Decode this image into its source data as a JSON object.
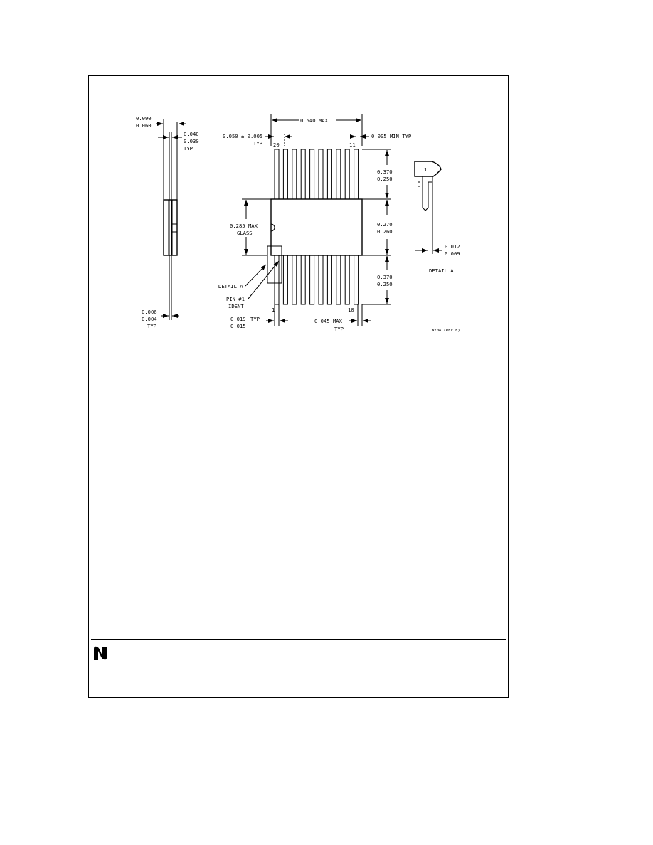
{
  "drawing": {
    "side_view": {
      "dim_top_1": "0.090",
      "dim_top_2": "0.060",
      "dim_lead_1": "0.040",
      "dim_lead_2": "0.030",
      "dim_lead_3": "TYP",
      "dim_bottom_1": "0.006",
      "dim_bottom_2": "0.004",
      "dim_bottom_3": "TYP"
    },
    "top_view": {
      "overall_width": "0.540 MAX",
      "pitch_1": "0.050 ± 0.005",
      "pitch_2": "TYP",
      "lead_spacing": "0.005 MIN TYP",
      "pin_20": "20",
      "pin_11": "11",
      "pin_1": "1",
      "pin_10": "10",
      "upper_lead_1": "0.370",
      "upper_lead_2": "0.250",
      "body_height_1": "0.270",
      "body_height_2": "0.260",
      "lower_lead_1": "0.370",
      "lower_lead_2": "0.250",
      "glass_1": "0.285 MAX",
      "glass_2": "GLASS",
      "detail_callout": "DETAIL A",
      "pin1_ident_1": "PIN #1",
      "pin1_ident_2": "IDENT",
      "lead_width_1": "0.019",
      "lead_width_2": "0.015",
      "lead_width_3": "TYP",
      "end_space_1": "0.045 MAX",
      "end_space_2": "TYP"
    },
    "detail_a": {
      "pin_label": "1",
      "thick_1": "0.012",
      "thick_2": "0.009",
      "title": "DETAIL A",
      "ref_code": "W20A (REV E)"
    }
  },
  "footer": {
    "logo_icon": "national-semiconductor-logo"
  }
}
